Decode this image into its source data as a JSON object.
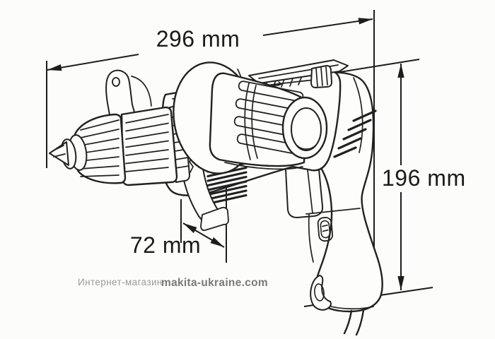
{
  "figure": {
    "type": "technical-dimension-diagram",
    "subject": "Corded pistol-grip drill, three-quarter view line drawing"
  },
  "dimensions": {
    "overall_length": {
      "label": "296 mm",
      "value": 296,
      "unit": "mm"
    },
    "overall_height": {
      "label": "196 mm",
      "value": 196,
      "unit": "mm"
    },
    "chuck_section": {
      "label": "72 mm",
      "value": 72,
      "unit": "mm"
    }
  },
  "watermark": {
    "prefix": "Интернет-магазин",
    "site": "makita-ukraine.com"
  },
  "colors": {
    "ink": "#212121",
    "background": "#fcfcfb",
    "watermark_prefix": "#9b9b9b",
    "watermark_site": "#7a7a7a"
  }
}
